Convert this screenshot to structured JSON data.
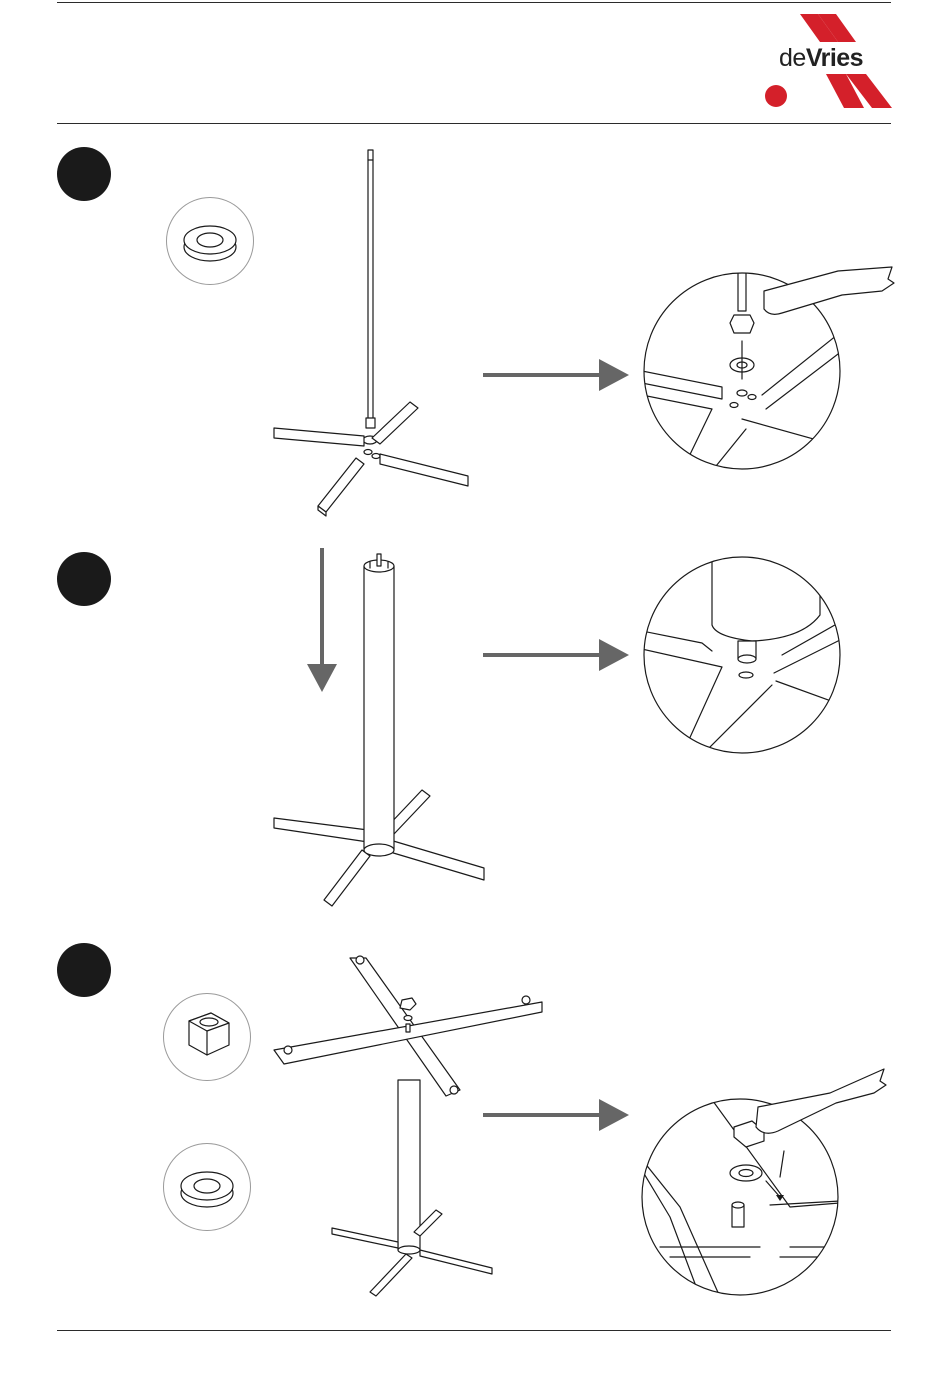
{
  "header": {
    "logo": {
      "prefix": "de",
      "suffix": "Vries",
      "brand_red": "#d4202a",
      "icon": "devries-logo"
    }
  },
  "steps": [
    {
      "icon": "step-marker",
      "parts": [
        "washer-icon"
      ],
      "detail": "nut-to-base-detail"
    },
    {
      "icon": "step-marker",
      "parts": [],
      "detail": "column-to-base-detail"
    },
    {
      "icon": "step-marker",
      "parts": [
        "nut-icon",
        "washer-icon"
      ],
      "detail": "top-frame-fixing-detail"
    }
  ],
  "colors": {
    "arrow": "#666666",
    "line": "#1a1a1a",
    "dot": "#1a1a1a"
  }
}
